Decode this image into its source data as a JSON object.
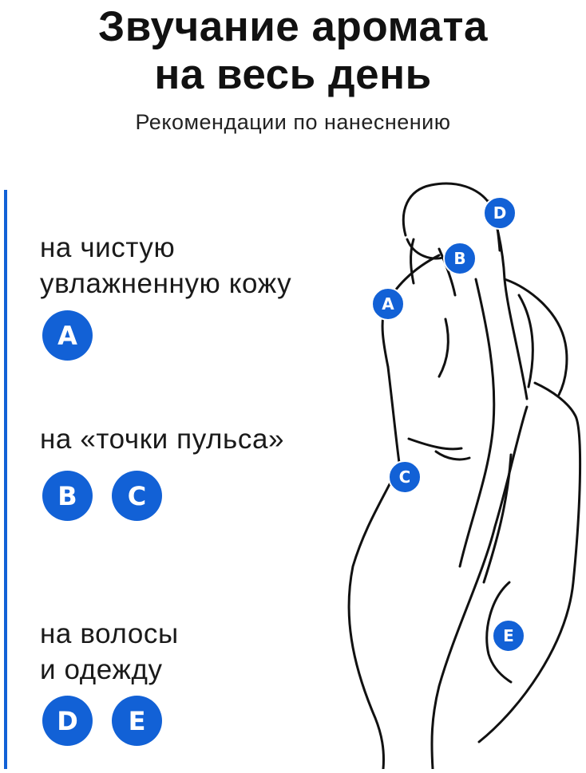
{
  "header": {
    "title_line1": "Звучание аромата",
    "title_line2": "на весь день",
    "subtitle": "Рекомендации по нанеснению"
  },
  "groups": [
    {
      "label_lines": [
        "на чистую",
        "увлажненную кожу"
      ],
      "points": [
        "A"
      ]
    },
    {
      "label_lines": [
        "на «точки пульса»"
      ],
      "points": [
        "B",
        "C"
      ]
    },
    {
      "label_lines": [
        "на волосы",
        "и одежду"
      ],
      "points": [
        "D",
        "E"
      ]
    }
  ],
  "figure": {
    "markers": {
      "A": "A",
      "B": "B",
      "C": "C",
      "D": "D",
      "E": "E"
    }
  },
  "colors": {
    "accent": "#1261d6",
    "line": "#111111"
  }
}
